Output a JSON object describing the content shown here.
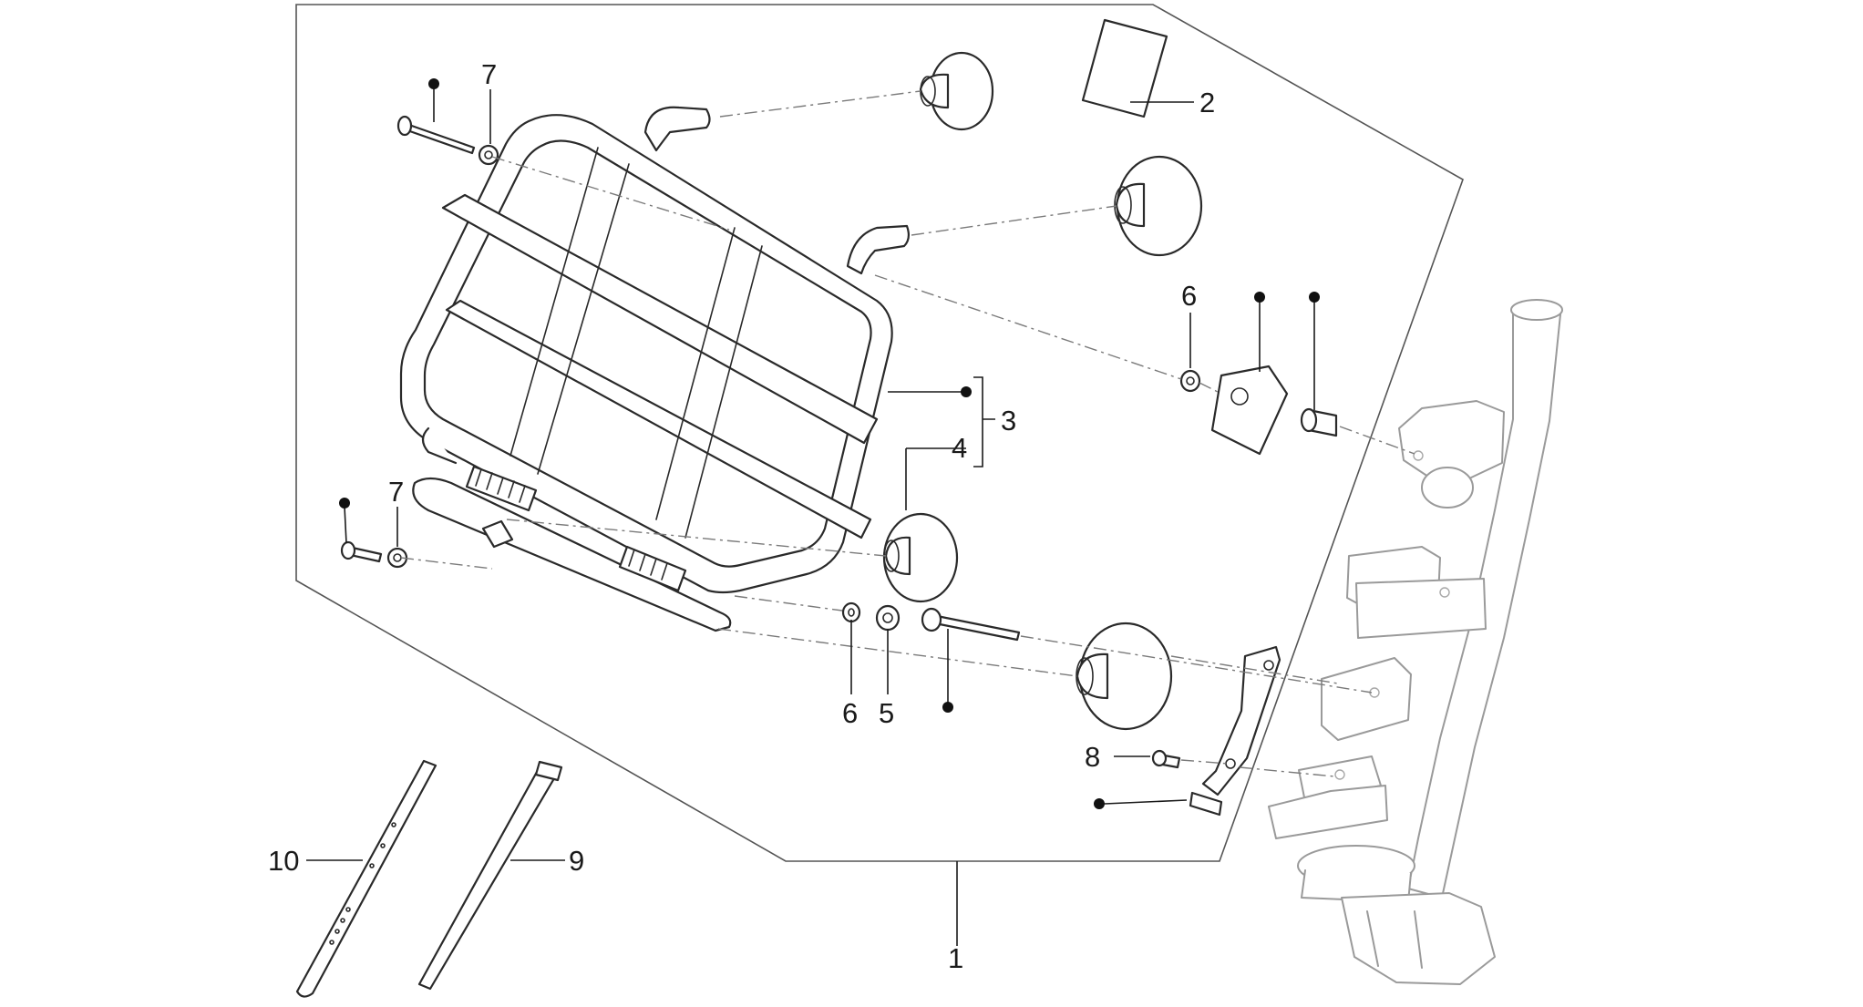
{
  "diagram": {
    "callouts": {
      "c1": "1",
      "c2": "2",
      "c3": "3",
      "c4": "4",
      "c5": "5",
      "c6a": "6",
      "c6b": "6",
      "c7a": "7",
      "c7b": "7",
      "c8": "8",
      "c9": "9",
      "c10": "10"
    },
    "colors": {
      "line": "#2a2a2a",
      "ghost": "#9a9a9a",
      "dash": "#7a7a7a",
      "background": "#ffffff"
    }
  }
}
